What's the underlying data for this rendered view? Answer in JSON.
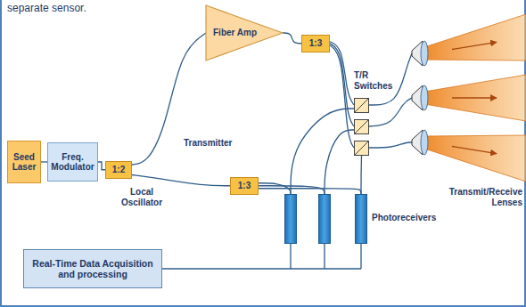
{
  "diagram": {
    "nodes": [
      {
        "text": [
          "Seed Laser"
        ]
      },
      {
        "text": [
          "Freq. Modulator"
        ]
      },
      {
        "text": [
          "1:2"
        ]
      },
      {
        "text": [
          "Fiber Amp"
        ]
      },
      {
        "text": [
          "1:3"
        ]
      },
      {
        "text": [
          "T/R Switches"
        ]
      },
      {
        "text": [
          "Transmit/Receive Lenses"
        ]
      },
      {
        "text": [
          "1:3"
        ]
      },
      {
        "text": [
          "Photoreceivers"
        ]
      },
      {
        "text": [
          "Real-Time Data Acquisition and processing"
        ]
      }
    ],
    "edges": [
      {
        "from": 0,
        "to": 1,
        "arrow": "none"
      },
      {
        "from": 1,
        "to": 2,
        "arrow": "none"
      },
      {
        "from": 2,
        "to": 3,
        "label": "Transmitter",
        "arrow": "none"
      },
      {
        "from": 2,
        "to": 7,
        "label": "Local Oscillator",
        "arrow": "none"
      },
      {
        "from": 3,
        "to": 4,
        "arrow": "none"
      },
      {
        "from": 4,
        "to": 5,
        "arrow": "none"
      },
      {
        "from": 5,
        "to": 6,
        "arrow": "none"
      },
      {
        "from": 7,
        "to": 8,
        "arrow": "none"
      },
      {
        "from": 8,
        "to": 5,
        "arrow": "none"
      },
      {
        "from": 8,
        "to": 9,
        "arrow": "none"
      }
    ],
    "labels": [
      "separate sensor."
    ]
  }
}
